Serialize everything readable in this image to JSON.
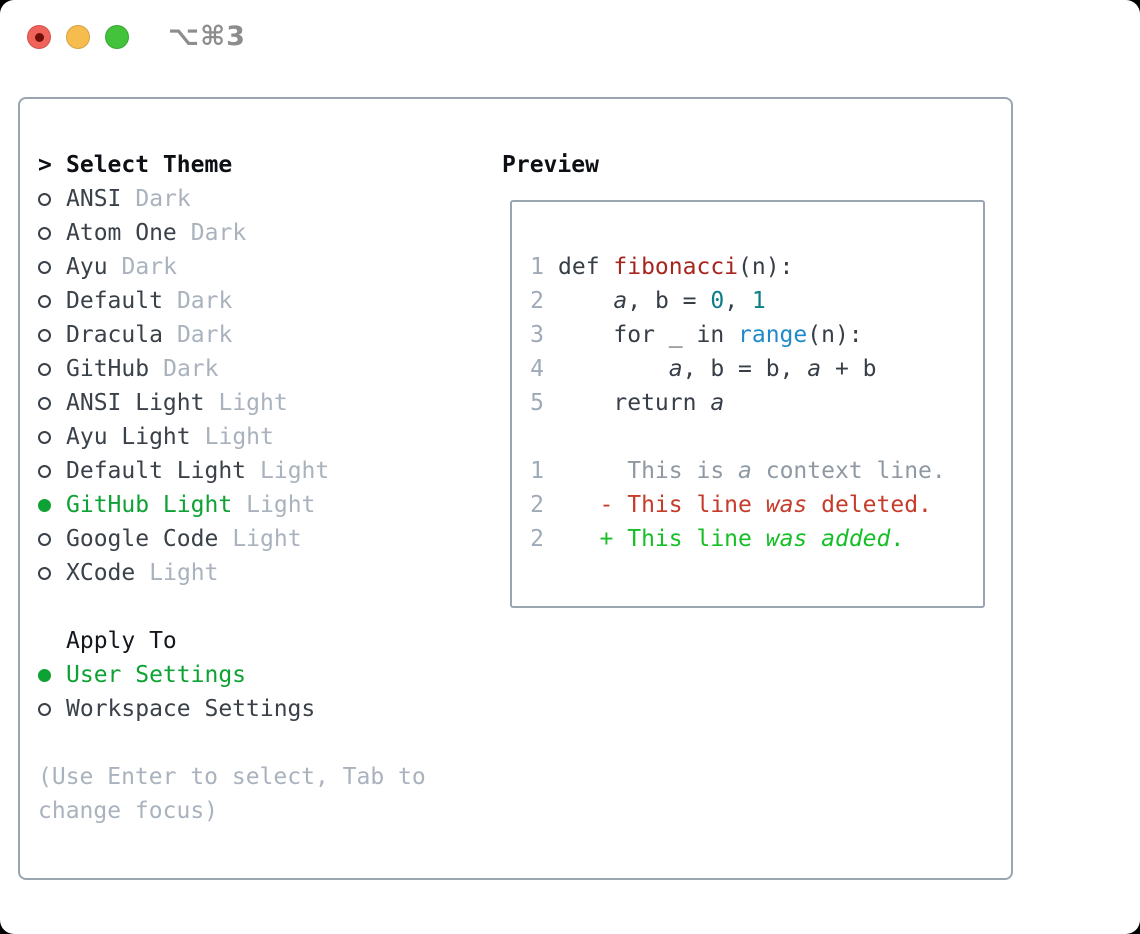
{
  "window": {
    "title": "⌥⌘3",
    "traffic_lights": [
      {
        "icon": "close-red-circle"
      },
      {
        "icon": "minimize-yellow-circle"
      },
      {
        "icon": "zoom-green-circle"
      }
    ]
  },
  "colors": {
    "accent_green": "#0da233",
    "added_green": "#17bf26",
    "deleted_red": "#c63b2a",
    "function_red": "#a6261f",
    "number_teal": "#0d7d87",
    "builtin_blue": "#1f8ac9",
    "text_dark": "#3a4149",
    "muted_gray": "#a9b2bd",
    "border_gray": "#9aa5b1"
  },
  "panel": {
    "theme_menu": {
      "header_prefix": ">",
      "header": "Select Theme",
      "items": [
        {
          "name": "ANSI",
          "tag": "Dark",
          "selected": false
        },
        {
          "name": "Atom One",
          "tag": "Dark",
          "selected": false
        },
        {
          "name": "Ayu",
          "tag": "Dark",
          "selected": false
        },
        {
          "name": "Default",
          "tag": "Dark",
          "selected": false
        },
        {
          "name": "Dracula",
          "tag": "Dark",
          "selected": false
        },
        {
          "name": "GitHub",
          "tag": "Dark",
          "selected": false
        },
        {
          "name": "ANSI Light",
          "tag": "Light",
          "selected": false
        },
        {
          "name": "Ayu Light",
          "tag": "Light",
          "selected": false
        },
        {
          "name": "Default Light",
          "tag": "Light",
          "selected": false
        },
        {
          "name": "GitHub Light",
          "tag": "Light",
          "selected": true
        },
        {
          "name": "Google Code",
          "tag": "Light",
          "selected": false
        },
        {
          "name": "XCode",
          "tag": "Light",
          "selected": false
        }
      ]
    },
    "apply_to": {
      "header": "Apply To",
      "options": [
        {
          "name": "User Settings",
          "selected": true
        },
        {
          "name": "Workspace Settings",
          "selected": false
        }
      ]
    },
    "hint_lines": [
      "(Use Enter to select, Tab to",
      "change focus)"
    ],
    "preview": {
      "header": "Preview",
      "lines": [
        {
          "num": "1",
          "tokens": [
            {
              "t": "def ",
              "c": "kw"
            },
            {
              "t": "fibonacci",
              "c": "fn"
            },
            {
              "t": "(n):",
              "c": "plain"
            }
          ]
        },
        {
          "num": "2",
          "tokens": [
            {
              "t": "    ",
              "c": "plain"
            },
            {
              "t": "a",
              "c": "var"
            },
            {
              "t": ", b = ",
              "c": "plain"
            },
            {
              "t": "0",
              "c": "num"
            },
            {
              "t": ", ",
              "c": "plain"
            },
            {
              "t": "1",
              "c": "num"
            }
          ]
        },
        {
          "num": "3",
          "tokens": [
            {
              "t": "    for _ in ",
              "c": "plain"
            },
            {
              "t": "range",
              "c": "blue"
            },
            {
              "t": "(n):",
              "c": "plain"
            }
          ]
        },
        {
          "num": "4",
          "tokens": [
            {
              "t": "        ",
              "c": "plain"
            },
            {
              "t": "a",
              "c": "var"
            },
            {
              "t": ", b = b, ",
              "c": "plain"
            },
            {
              "t": "a",
              "c": "var"
            },
            {
              "t": " + b",
              "c": "plain"
            }
          ]
        },
        {
          "num": "5",
          "tokens": [
            {
              "t": "    return ",
              "c": "plain"
            },
            {
              "t": "a",
              "c": "var"
            }
          ]
        },
        {
          "num": "",
          "tokens": []
        },
        {
          "num": "1",
          "tokens": [
            {
              "t": "     This is ",
              "c": "ctx"
            },
            {
              "t": "a",
              "c": "ctx-em"
            },
            {
              "t": " context line.",
              "c": "ctx"
            }
          ]
        },
        {
          "num": "2",
          "tokens": [
            {
              "t": "   - This line ",
              "c": "del"
            },
            {
              "t": "was",
              "c": "del-em"
            },
            {
              "t": " deleted.",
              "c": "del"
            }
          ]
        },
        {
          "num": "2",
          "tokens": [
            {
              "t": "   + This line ",
              "c": "add"
            },
            {
              "t": "was",
              "c": "add-em"
            },
            {
              "t": " ",
              "c": "add"
            },
            {
              "t": "added",
              "c": "add-em"
            },
            {
              "t": ".",
              "c": "add"
            }
          ]
        }
      ]
    }
  }
}
